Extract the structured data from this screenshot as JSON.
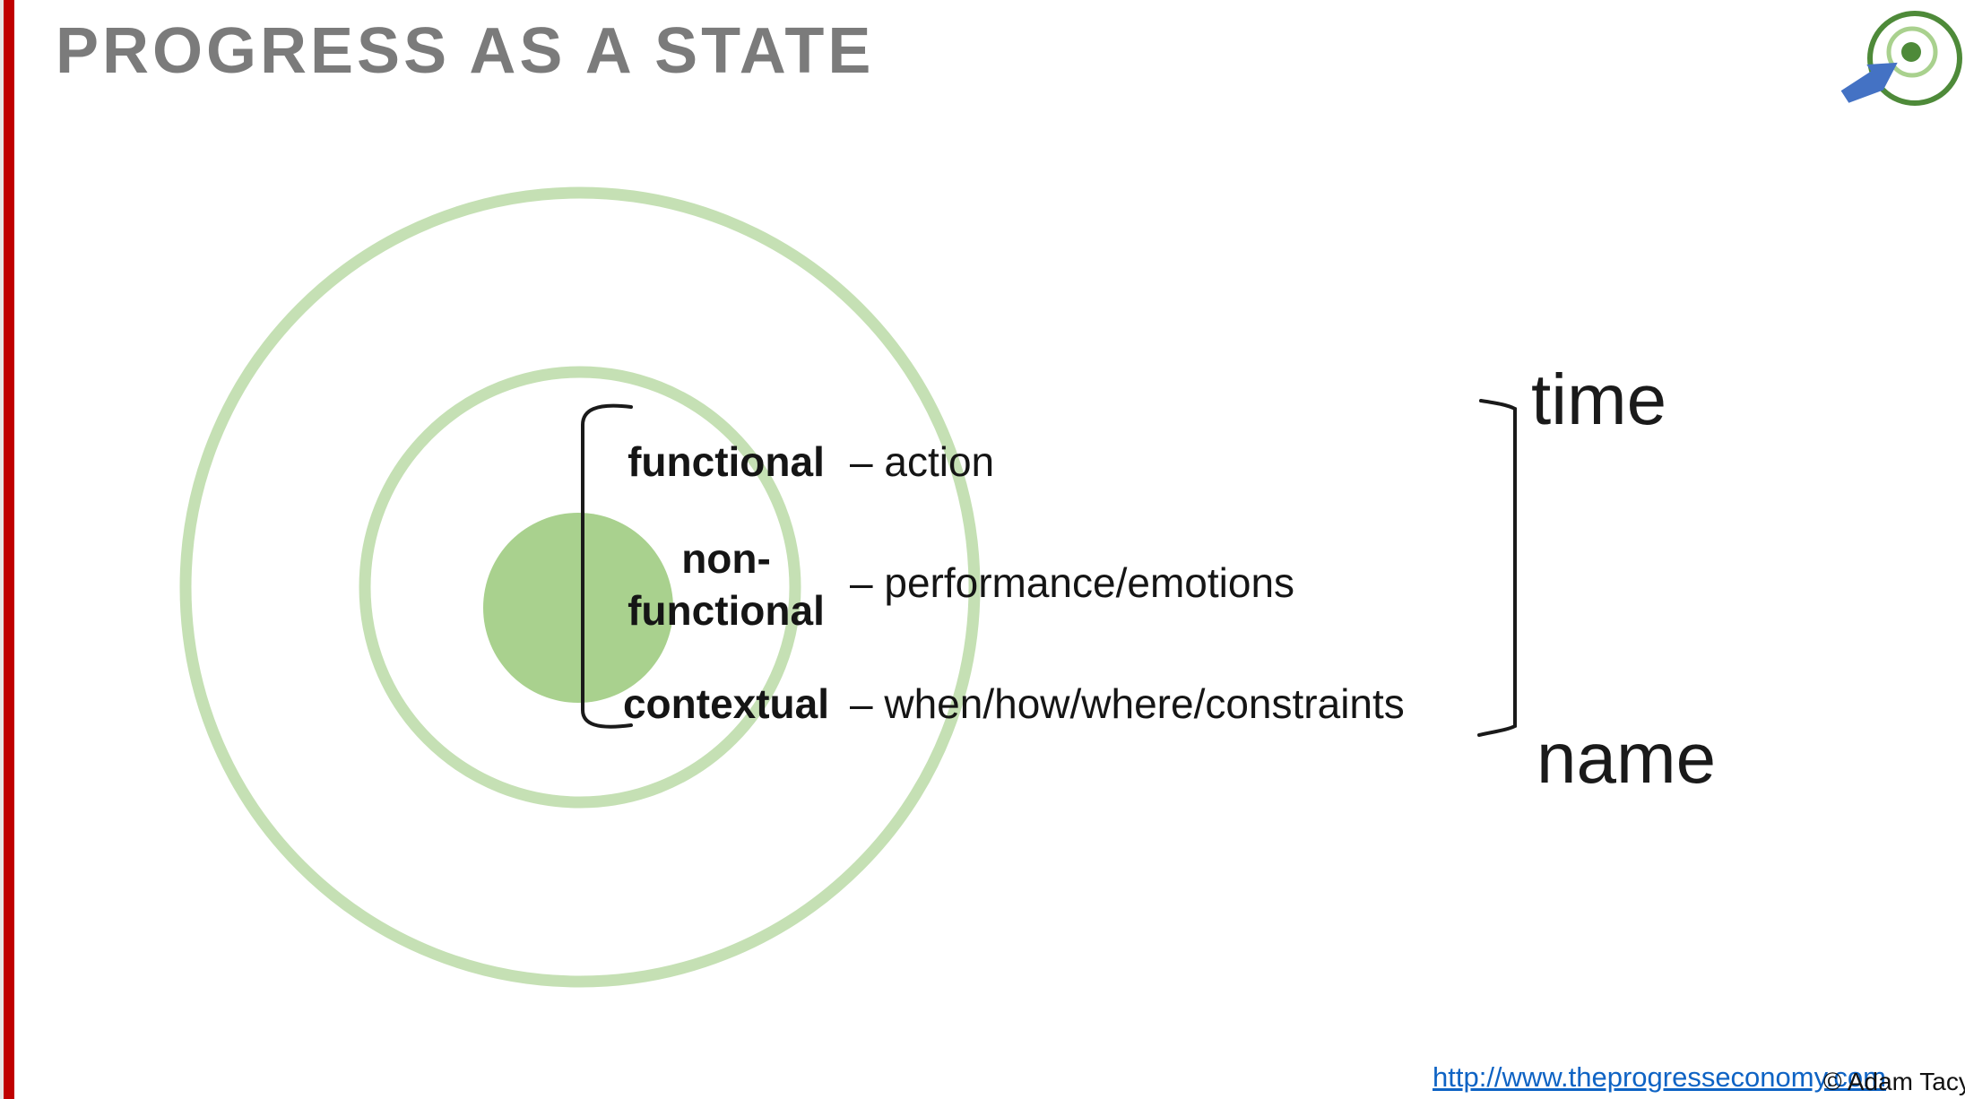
{
  "slide": {
    "title": "PROGRESS AS A STATE"
  },
  "diagram": {
    "rows": [
      {
        "label": "functional",
        "desc": "– action"
      },
      {
        "label": "non-\nfunctional",
        "desc": "– performance/emotions"
      },
      {
        "label": "contextual",
        "desc": "– when/how/where/constraints"
      }
    ],
    "axis": {
      "top": "time",
      "bottom": "name"
    },
    "logo_icon": "bullseye-with-arrow"
  },
  "footer": {
    "link_text": "http://www.theprogresseconomy.com",
    "credit": "© Adam Tacy"
  },
  "colors": {
    "ring_green": "#c5e0b4",
    "core_green": "#a9d18e",
    "logo_green": "#4e8a39",
    "arrow_blue": "#4472c4",
    "link_blue": "#0e63c4",
    "accent_red": "#c00000",
    "title_gray": "#7b7b7b"
  }
}
